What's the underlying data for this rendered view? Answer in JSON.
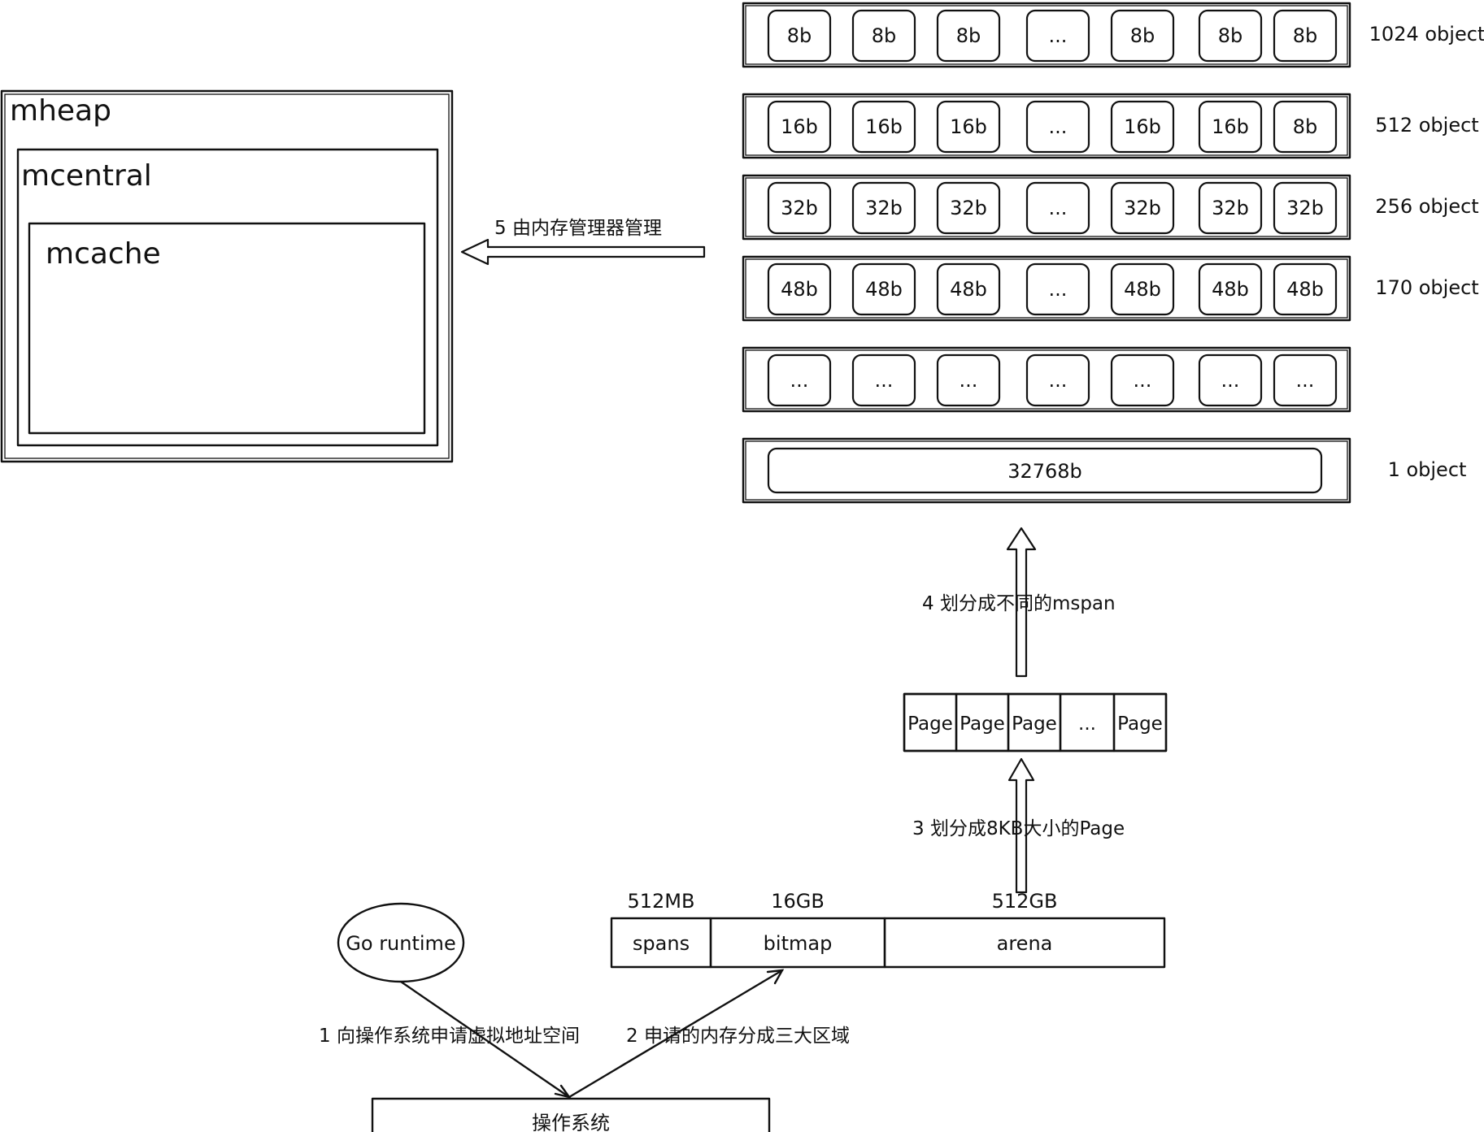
{
  "mheap": {
    "label": "mheap"
  },
  "mcentral": {
    "label": "mcentral"
  },
  "mcache": {
    "label": "mcache"
  },
  "span_rows": [
    {
      "cells": [
        "8b",
        "8b",
        "8b",
        "...",
        "8b",
        "8b",
        "8b"
      ],
      "count": "1024 object"
    },
    {
      "cells": [
        "16b",
        "16b",
        "16b",
        "...",
        "16b",
        "16b",
        "8b"
      ],
      "count": "512 object"
    },
    {
      "cells": [
        "32b",
        "32b",
        "32b",
        "...",
        "32b",
        "32b",
        "32b"
      ],
      "count": "256 object"
    },
    {
      "cells": [
        "48b",
        "48b",
        "48b",
        "...",
        "48b",
        "48b",
        "48b"
      ],
      "count": "170 object"
    },
    {
      "cells": [
        "...",
        "...",
        "...",
        "...",
        "...",
        "...",
        "..."
      ],
      "count": ""
    },
    {
      "cells": [
        "32768b"
      ],
      "count": "1 object"
    }
  ],
  "pages": [
    "Page",
    "Page",
    "Page",
    "...",
    "Page"
  ],
  "regions": [
    {
      "name": "spans",
      "size": "512MB"
    },
    {
      "name": "bitmap",
      "size": "16GB"
    },
    {
      "name": "arena",
      "size": "512GB"
    }
  ],
  "go_runtime": "Go runtime",
  "os": "操作系统",
  "steps": {
    "s1": "1 向操作系统申请虚拟地址空间",
    "s2": "2 申请的内存分成三大区域",
    "s3": "3 划分成8KB大小的Page",
    "s4": "4 划分成不同的mspan",
    "s5": "5 由内存管理器管理"
  }
}
